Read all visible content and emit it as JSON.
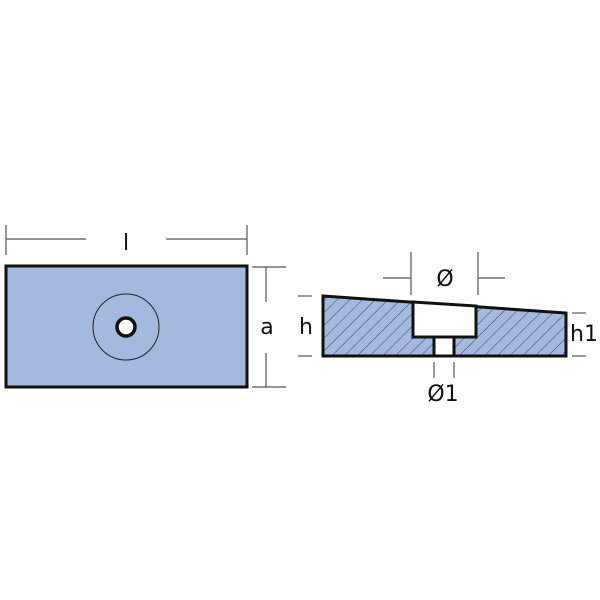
{
  "front_view": {
    "length_label": "l",
    "width_label": "a"
  },
  "side_view": {
    "diameter_label": "Ø",
    "height_label": "h",
    "height1_label": "h1",
    "diameter1_label": "Ø1"
  },
  "colors": {
    "fill": "#a3b9dd",
    "outline": "#111111",
    "dimension": "#555555"
  }
}
